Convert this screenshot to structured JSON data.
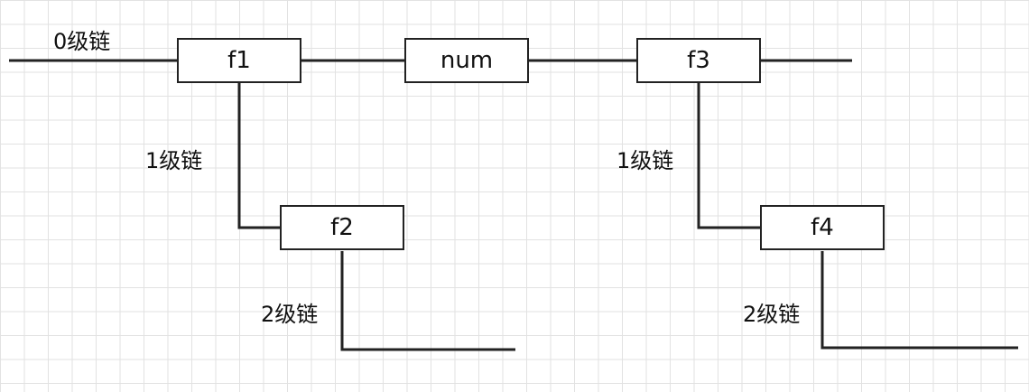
{
  "nodes": {
    "f1": "f1",
    "num": "num",
    "f3": "f3",
    "f2": "f2",
    "f4": "f4"
  },
  "labels": {
    "chain0": "0级链",
    "chain1_left": "1级链",
    "chain1_right": "1级链",
    "chain2_left": "2级链",
    "chain2_right": "2级链"
  }
}
